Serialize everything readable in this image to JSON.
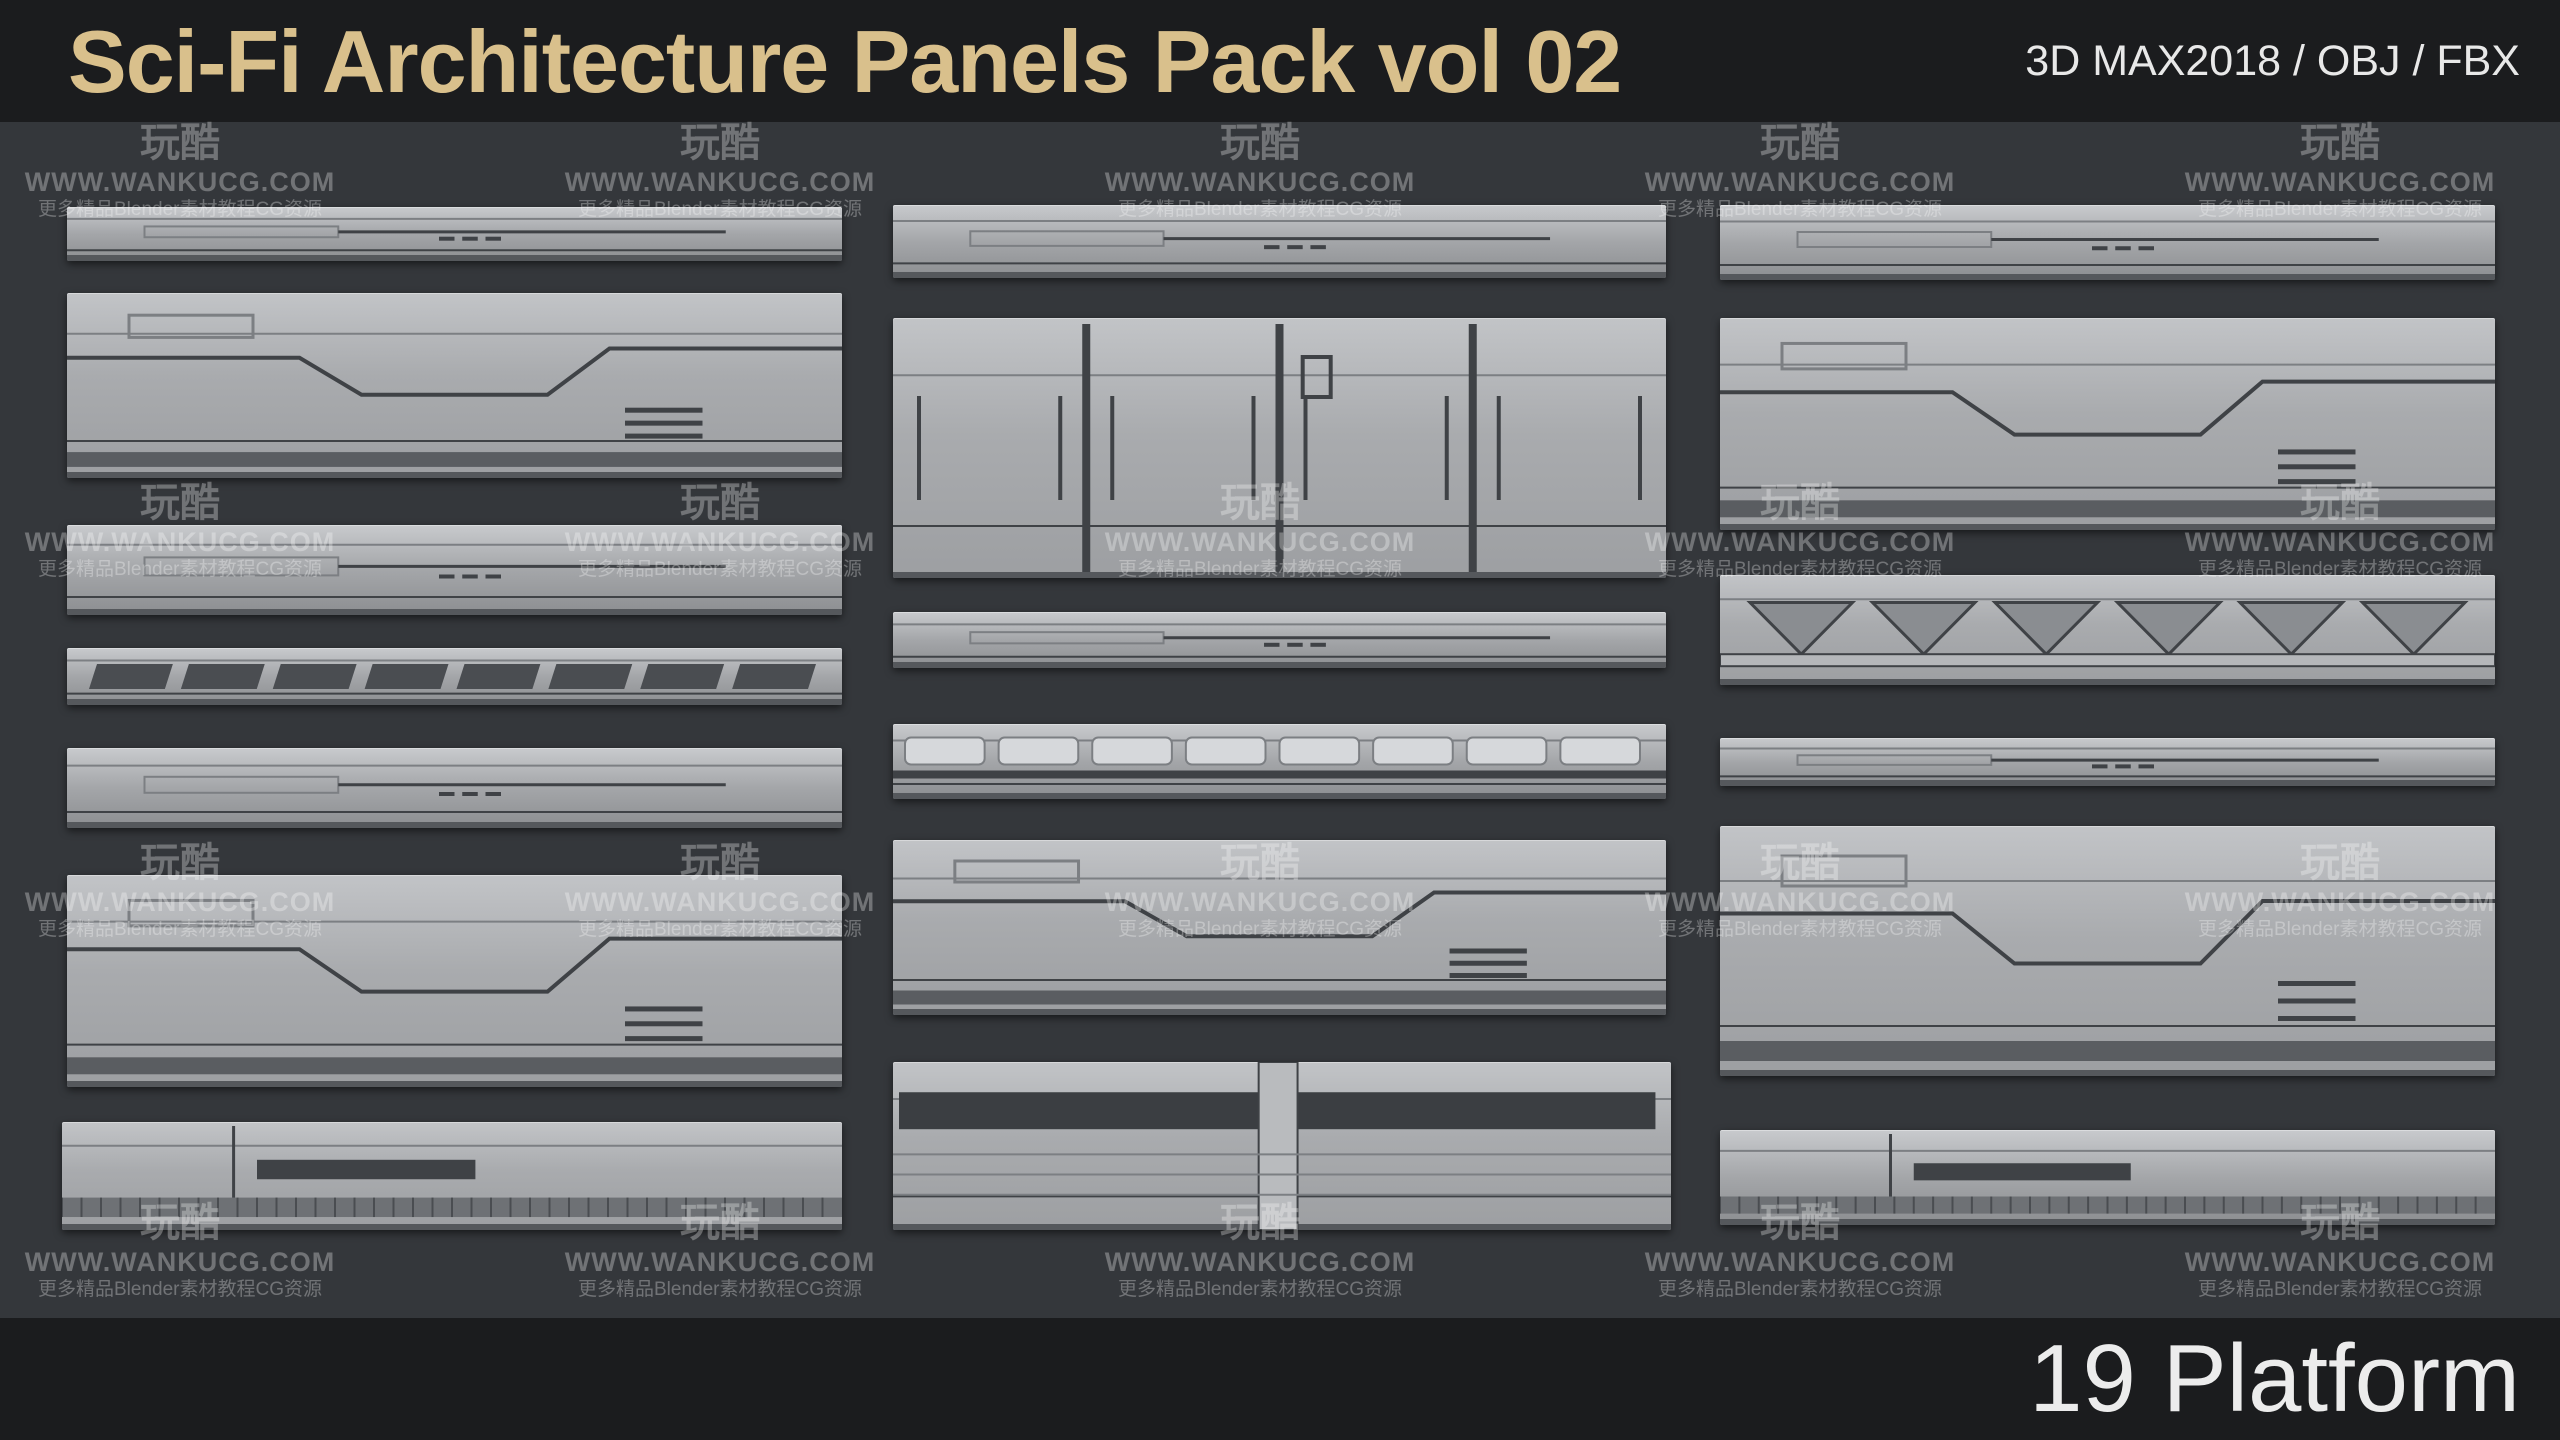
{
  "header": {
    "title": "Sci-Fi Architecture Panels Pack vol 02",
    "formats": "3D MAX2018  / OBJ  /  FBX"
  },
  "footer": {
    "count_label": "19 Platform"
  },
  "watermark": {
    "logo": "玩酷",
    "site": "WWW.WANKUCG.COM",
    "tagline": "更多精品Blender素材教程CG资源"
  },
  "colors": {
    "title": "#d9c08c",
    "bars": "#1b1c1e",
    "background": "#34373b",
    "panel": "#aeb0b3"
  },
  "panels": [
    {
      "id": "platform-1",
      "style": "trim"
    },
    {
      "id": "platform-2",
      "style": "wide"
    },
    {
      "id": "platform-3",
      "style": "trim"
    },
    {
      "id": "platform-4",
      "style": "vent"
    },
    {
      "id": "platform-5",
      "style": "trim"
    },
    {
      "id": "platform-6",
      "style": "wide"
    },
    {
      "id": "platform-7",
      "style": "rail"
    },
    {
      "id": "platform-8",
      "style": "trim"
    },
    {
      "id": "platform-9",
      "style": "doors"
    },
    {
      "id": "platform-10",
      "style": "trim"
    },
    {
      "id": "platform-11",
      "style": "pods"
    },
    {
      "id": "platform-12",
      "style": "wide"
    },
    {
      "id": "platform-13",
      "style": "grille"
    },
    {
      "id": "platform-14",
      "style": "trim"
    },
    {
      "id": "platform-15",
      "style": "wide"
    },
    {
      "id": "platform-16",
      "style": "truss"
    },
    {
      "id": "platform-17",
      "style": "trim"
    },
    {
      "id": "platform-18",
      "style": "wide"
    },
    {
      "id": "platform-19",
      "style": "rail"
    }
  ]
}
